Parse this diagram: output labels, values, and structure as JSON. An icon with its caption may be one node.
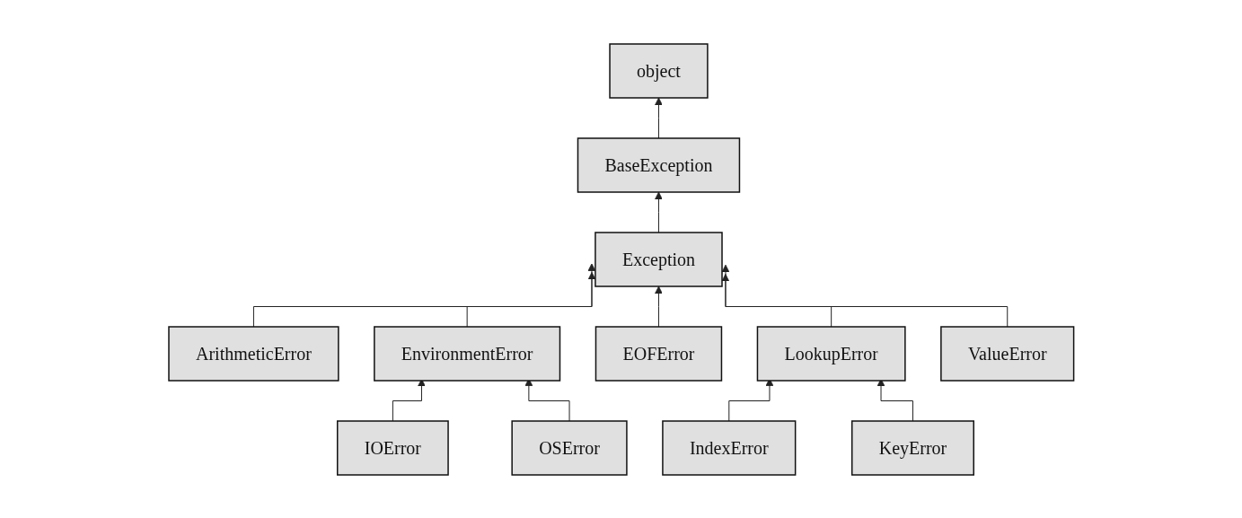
{
  "diagram": {
    "nodes": [
      {
        "text": [
          "object"
        ]
      },
      {
        "text": [
          "BaseException"
        ]
      },
      {
        "text": [
          "Exception"
        ]
      },
      {
        "text": [
          "ArithmeticError"
        ]
      },
      {
        "text": [
          "EnvironmentError"
        ]
      },
      {
        "text": [
          "EOFError"
        ]
      },
      {
        "text": [
          "LookupError"
        ]
      },
      {
        "text": [
          "ValueError"
        ]
      },
      {
        "text": [
          "IOError"
        ]
      },
      {
        "text": [
          "OSError"
        ]
      },
      {
        "text": [
          "IndexError"
        ]
      },
      {
        "text": [
          "KeyError"
        ]
      }
    ],
    "edges": [
      {
        "from": 1,
        "to": 0,
        "arrow": "to"
      },
      {
        "from": 2,
        "to": 1,
        "arrow": "to"
      },
      {
        "from": 3,
        "to": 2,
        "arrow": "to"
      },
      {
        "from": 4,
        "to": 2,
        "arrow": "to"
      },
      {
        "from": 5,
        "to": 2,
        "arrow": "to"
      },
      {
        "from": 6,
        "to": 2,
        "arrow": "to"
      },
      {
        "from": 7,
        "to": 2,
        "arrow": "to"
      },
      {
        "from": 8,
        "to": 4,
        "arrow": "to"
      },
      {
        "from": 9,
        "to": 4,
        "arrow": "to"
      },
      {
        "from": 10,
        "to": 6,
        "arrow": "to"
      },
      {
        "from": 11,
        "to": 6,
        "arrow": "to"
      }
    ]
  }
}
